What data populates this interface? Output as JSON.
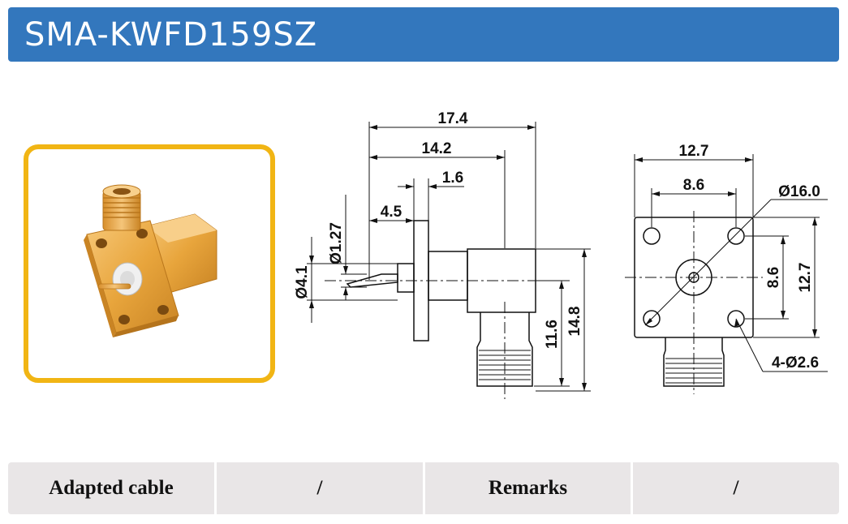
{
  "header": {
    "title": "SMA-KWFD159SZ"
  },
  "side_view": {
    "dims": {
      "overall_length": "17.4",
      "body_length": "14.2",
      "flange_thickness": "1.6",
      "pin_length": "4.5",
      "pin_diameter": "Ø1.27",
      "insulator_diameter": "Ø4.1",
      "port_height": "11.6",
      "overall_height": "14.8"
    }
  },
  "front_view": {
    "dims": {
      "flange_width": "12.7",
      "hole_spacing_x": "8.6",
      "mount_circle": "Ø16.0",
      "hole_spacing_y": "8.6",
      "flange_height": "12.7",
      "holes": "4-Ø2.6"
    }
  },
  "specs": {
    "adapted_cable_label": "Adapted cable",
    "adapted_cable_value": "/",
    "remarks_label": "Remarks",
    "remarks_value": "/"
  },
  "colors": {
    "header_bg": "#3377bd",
    "photo_border": "#f1b514",
    "table_bg": "#e9e6e7",
    "gold": "#e8a53c"
  }
}
